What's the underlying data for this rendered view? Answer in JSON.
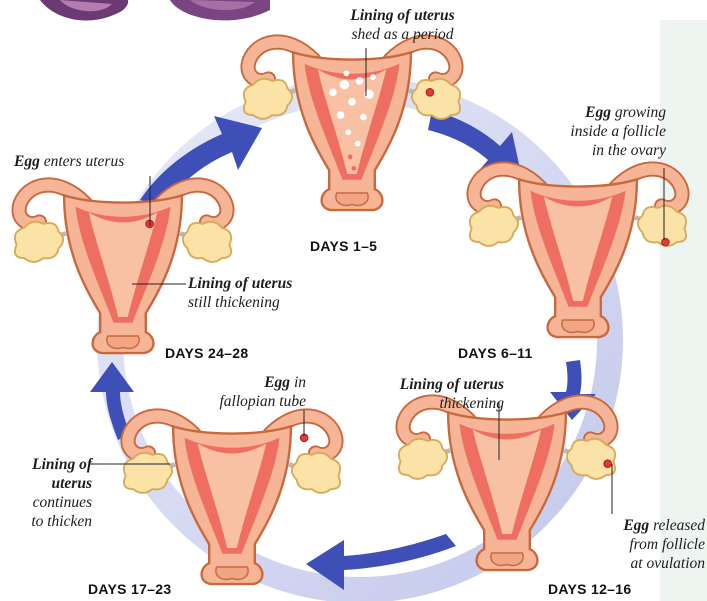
{
  "stages": [
    {
      "id": "days-1-5",
      "days": "DAYS 1–5",
      "label_bold": "Lining of uterus",
      "label_rest": "shed as a period"
    },
    {
      "id": "days-6-11",
      "days": "DAYS 6–11",
      "label_bold": "Egg",
      "label_rest_1": " growing",
      "label_rest_2": "inside a follicle",
      "label_rest_3": "in the ovary"
    },
    {
      "id": "days-12-16",
      "days": "DAYS 12–16",
      "label_a_bold": "Lining of uterus",
      "label_a_rest": "thickening",
      "label_b_bold": "Egg",
      "label_b_rest_1": " released",
      "label_b_rest_2": "from follicle",
      "label_b_rest_3": "at ovulation"
    },
    {
      "id": "days-17-23",
      "days": "DAYS 17–23",
      "label_a_bold": "Egg",
      "label_a_rest_1": " in",
      "label_a_rest_2": "fallopian tube",
      "label_b_bold_1": "Lining of",
      "label_b_bold_2": "uterus",
      "label_b_rest_1": "continues",
      "label_b_rest_2": "to thicken"
    },
    {
      "id": "days-24-28",
      "days": "DAYS 24–28",
      "label_a_bold": "Egg",
      "label_a_rest": " enters uterus",
      "label_b_bold": "Lining of uterus",
      "label_b_rest": "still thickening"
    }
  ],
  "colors": {
    "uterus_fill": "#f6b596",
    "uterus_stroke": "#c8693d",
    "lining": "#ee6f62",
    "ovary": "#fbe3a7",
    "ovary_stroke": "#d7ab5c",
    "egg": "#e23a3a",
    "arrow": "#3f4fb8",
    "ring": "#cfd3f0"
  }
}
